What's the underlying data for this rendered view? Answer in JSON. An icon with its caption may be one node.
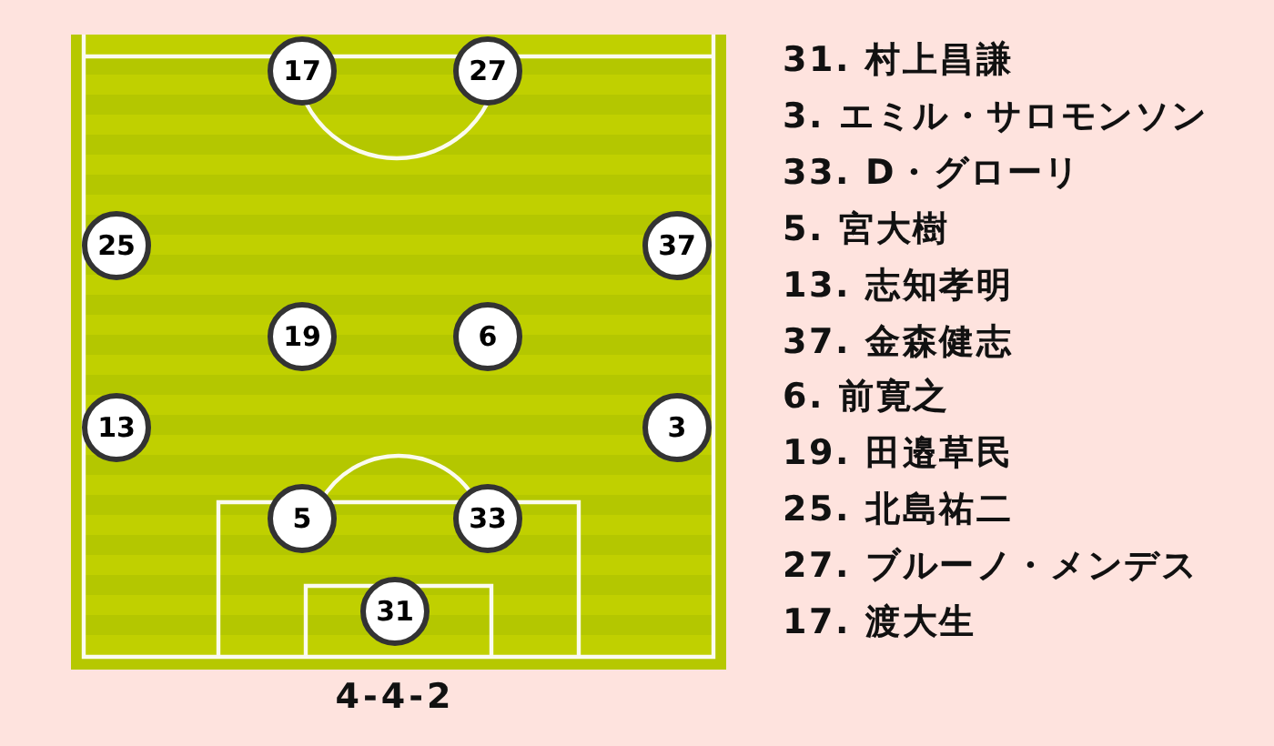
{
  "diagram": {
    "caption": "4-4-2",
    "nodes": [
      {
        "text": [
          "17"
        ]
      },
      {
        "text": [
          "27"
        ]
      },
      {
        "text": [
          "25"
        ]
      },
      {
        "text": [
          "37"
        ]
      },
      {
        "text": [
          "19"
        ]
      },
      {
        "text": [
          "6"
        ]
      },
      {
        "text": [
          "13"
        ]
      },
      {
        "text": [
          "3"
        ]
      },
      {
        "text": [
          "5"
        ]
      },
      {
        "text": [
          "33"
        ]
      },
      {
        "text": [
          "31"
        ]
      }
    ],
    "labels": [
      "31. 村上昌謙",
      "3. エミル・サロモンソン",
      "33. D・グローリ",
      "5. 宮大樹",
      "13. 志知孝明",
      "37. 金森健志",
      "6. 前寛之",
      "19. 田邉草民",
      "25. 北島祐二",
      "27. ブルーノ・メンデス",
      "17. 渡大生"
    ]
  }
}
